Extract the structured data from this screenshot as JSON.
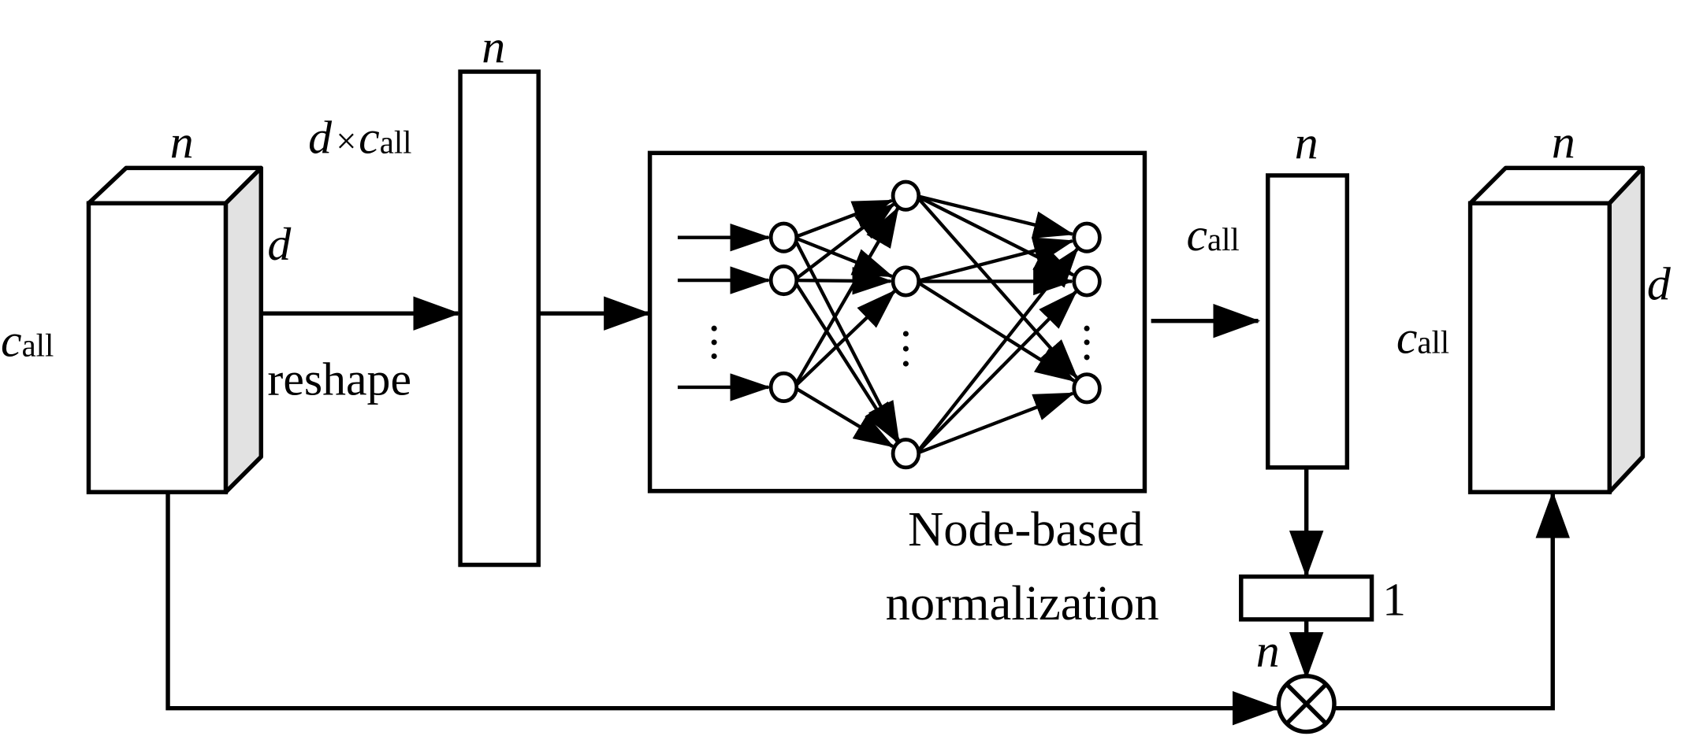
{
  "title": "Node-based normalization module diagram",
  "colors": {
    "line": "#000000",
    "cube_side": "#e2e2e2",
    "background": "#ffffff"
  },
  "input_tensor": {
    "width_label": "n",
    "depth_label": "d",
    "height_label_base": "c",
    "height_label_sub": "all"
  },
  "reshape": {
    "label": "reshape"
  },
  "reshaped_tensor": {
    "width_label": "n",
    "height_label_prefix": "d",
    "height_label_times": "×",
    "height_label_base": "c",
    "height_label_sub": "all"
  },
  "network": {
    "caption_line1": "Node-based",
    "caption_line2": "normalization",
    "ellipsis": "⋮"
  },
  "output_vector": {
    "width_label": "n",
    "height_label_base": "c",
    "height_label_sub": "all"
  },
  "norm_vector": {
    "height_label": "1",
    "width_label": "n"
  },
  "multiply": {
    "symbol": "⊗",
    "icon": "multiply-circle-icon"
  },
  "output_tensor": {
    "width_label": "n",
    "depth_label": "d",
    "height_label_base": "c",
    "height_label_sub": "all"
  }
}
